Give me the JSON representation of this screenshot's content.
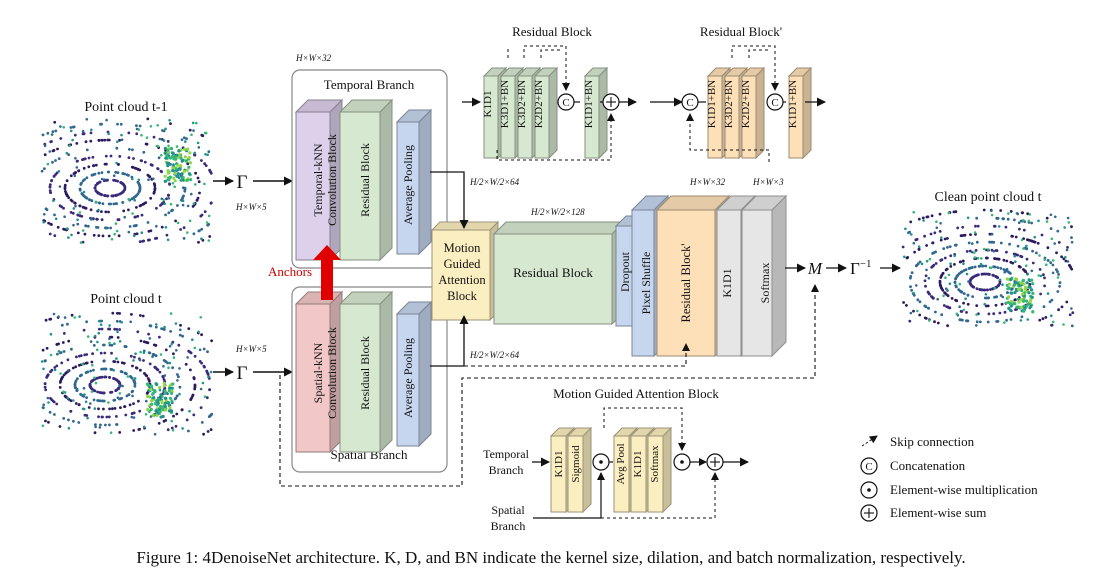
{
  "caption": "Figure 1: 4DenoiseNet architecture. K, D, and BN indicate the kernel size, dilation, and batch normalization, respectively.",
  "inputs": {
    "prev": "Point cloud t-1",
    "curr": "Point cloud t",
    "output": "Clean point cloud t"
  },
  "symbols": {
    "gamma": "Γ",
    "gamma_inv_base": "Γ",
    "gamma_inv_sup": "−1",
    "m": "M"
  },
  "dims": {
    "hw5_top": "H×W×5",
    "hw5_bottom": "H×W×5",
    "hw32_top": "H×W×32",
    "half64_top": "H/2×W/2×64",
    "half64_bottom": "H/2×W/2×64",
    "half128": "H/2×W/2×128",
    "hw32_right": "H×W×32",
    "hw3": "H×W×3"
  },
  "temporal_branch": {
    "title": "Temporal Branch",
    "conv": [
      "Temporal-kNN",
      "Convolution Block"
    ],
    "residual": "Residual Block",
    "pool": "Average Pooling"
  },
  "spatial_branch": {
    "title": "Spatial Branch",
    "conv": [
      "Spatial-kNN",
      "Convolution Block"
    ],
    "residual": "Residual Block",
    "pool": "Average Pooling"
  },
  "anchors": "Anchors",
  "main": {
    "mga": [
      "Motion",
      "Guided",
      "Attention",
      "Block"
    ],
    "residual": "Residual Block",
    "dropout": "Dropout",
    "pixel_shuffle": "Pixel Shuffle",
    "residual_prime": "Residual Block'",
    "k1d1": "K1D1",
    "softmax": "Softmax"
  },
  "residual_block_detail": {
    "title": "Residual Block",
    "layers": [
      "K1D1",
      "K3D1+BN",
      "K3D2+BN",
      "K2D2+BN"
    ],
    "after": "K1D1+BN"
  },
  "residual_block_prime_detail": {
    "title": "Residual Block'",
    "layers": [
      "K1D1+BN",
      "K3D2+BN",
      "K2D2+BN"
    ],
    "after": "K1D1+BN"
  },
  "mga_detail": {
    "title": "Motion Guided Attention Block",
    "temporal_label": [
      "Temporal",
      "Branch"
    ],
    "spatial_label": [
      "Spatial",
      "Branch"
    ],
    "layers_a": [
      "K1D1",
      "Sigmoid"
    ],
    "layers_b": [
      "Avg Pool",
      "K1D1",
      "Softmax"
    ]
  },
  "legend": {
    "skip": "Skip connection",
    "concat": "Concatenation",
    "mult": "Element-wise multiplication",
    "sum": "Element-wise sum"
  },
  "op_symbols": {
    "concat": "C"
  },
  "colors": {
    "purple": "#dcd0ea",
    "green": "#d6e8d0",
    "blue": "#c7d6ef",
    "red": "#f2c7c7",
    "yellow": "#fbeec0",
    "orange": "#fde0b8",
    "gray": "#e6e6e6",
    "anchor_red": "#e00000"
  }
}
